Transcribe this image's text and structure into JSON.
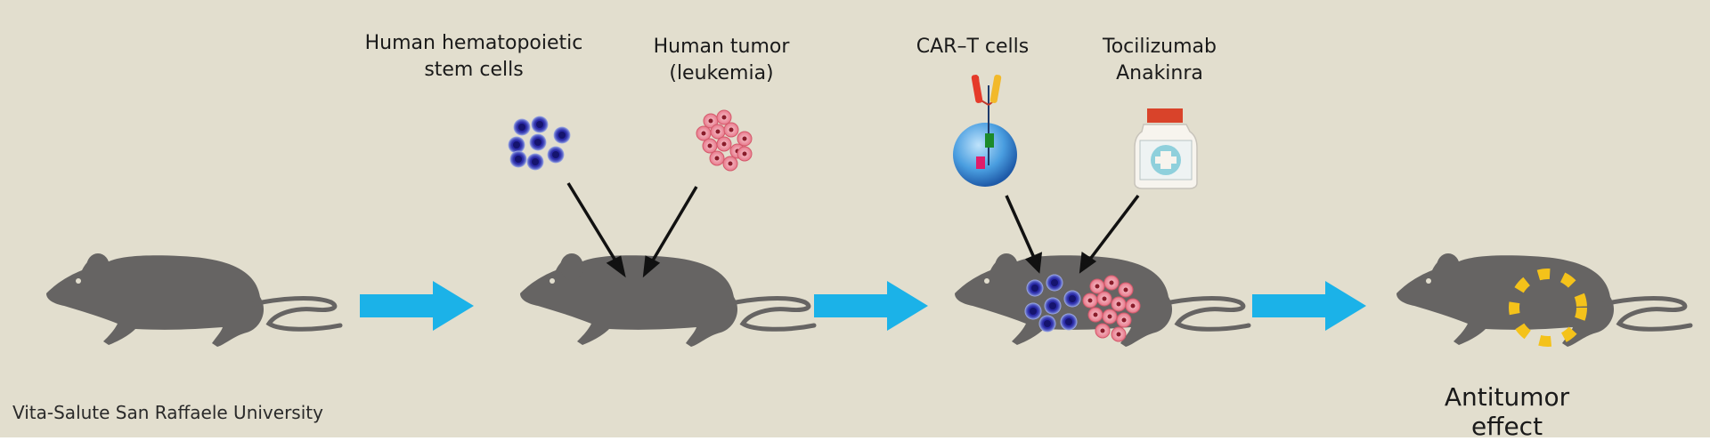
{
  "labels": {
    "stem_cells": [
      "Human hematopoietic",
      "stem cells"
    ],
    "tumor": [
      "Human tumor",
      "(leukemia)"
    ],
    "car_t": "CAR–T cells",
    "drugs": [
      "Tocilizumab",
      "Anakinra"
    ]
  },
  "result_label": "Antitumor effect",
  "footer": "Vita-Salute San Raffaele University",
  "colors": {
    "background": "#e2dece",
    "mouse": "#666463",
    "arrow": "#1bb2e8",
    "stem_cell": "#1d1c8e",
    "tumor_cell": "#f0a0ad",
    "drug_cap": "#d9432a",
    "effect_dash": "#f4c21a"
  },
  "icons": [
    "mouse-icon",
    "stem-cell-icon",
    "tumor-cell-icon",
    "car-t-cell-icon",
    "drug-vial-icon",
    "process-arrow-icon"
  ]
}
